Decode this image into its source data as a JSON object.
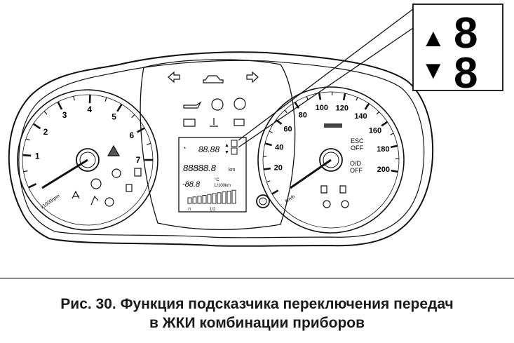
{
  "tachometer": {
    "labels": [
      "1",
      "2",
      "3",
      "4",
      "5",
      "6",
      "7"
    ],
    "unit": "x1000rpm"
  },
  "speedometer": {
    "labels": [
      "20",
      "40",
      "60",
      "80",
      "100",
      "120",
      "140",
      "160",
      "180",
      "200"
    ],
    "unit": "km/h",
    "esc_label_1": "ESC",
    "esc_label_2": "OFF",
    "od_label_1": "O/D",
    "od_label_2": "OFF"
  },
  "lcd": {
    "time": "88.88",
    "odometer": "88888.8",
    "odometer_unit": "km",
    "trip": "-88.8",
    "trip_unit": "L/100km",
    "trip_sub": "°C",
    "fuel_label": "1/2",
    "shift_up_digit": "8",
    "shift_down_digit": "8"
  },
  "callout": {
    "up_arrow": "▲",
    "down_arrow": "▼",
    "digit_top": "8",
    "digit_bottom": "8"
  },
  "caption": {
    "line1": "Рис. 30. Функция подсказчика переключения передач",
    "line2": "в ЖКИ комбинации приборов"
  }
}
